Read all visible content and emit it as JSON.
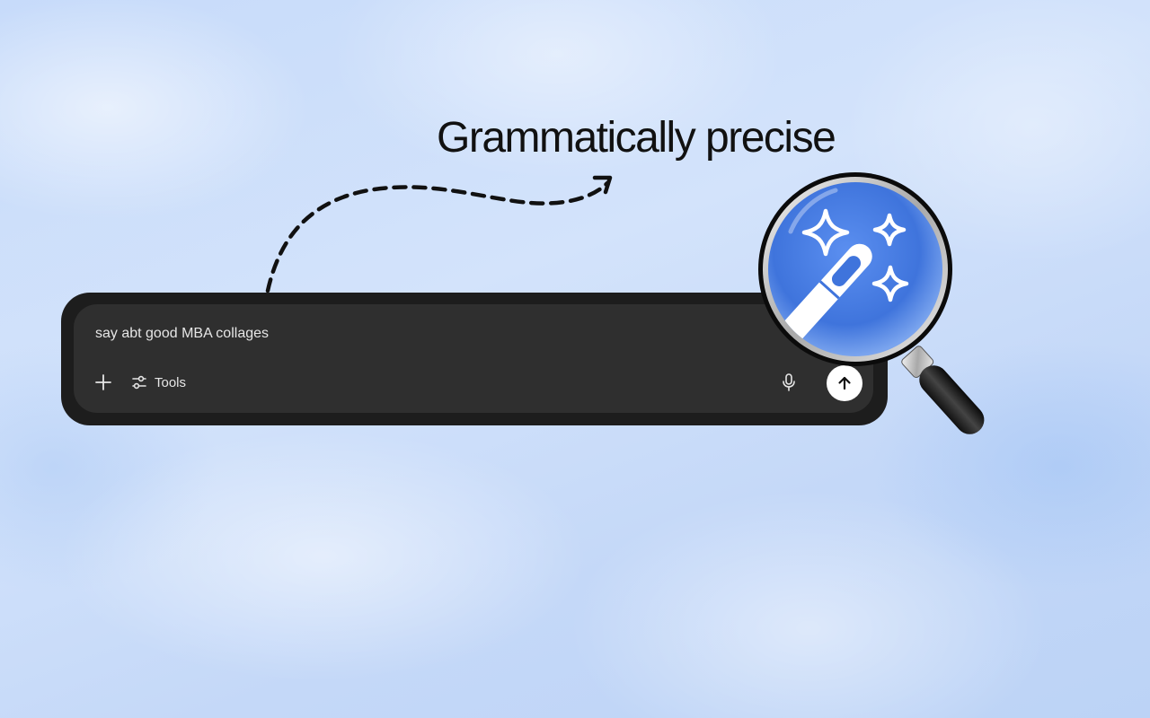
{
  "headline": "Grammatically precise",
  "chat_input": {
    "text": "say abt good MBA collages",
    "tools_label": "Tools"
  },
  "icons": {
    "plus": "plus-icon",
    "tools": "sliders-icon",
    "mic": "microphone-icon",
    "send": "arrow-up-icon",
    "magnifier": "magnifying-glass-magic-wand-icon"
  },
  "colors": {
    "background": "#c9dcf9",
    "chatbox_outer": "#1d1d1d",
    "chatbox_inner": "#2f2f2f",
    "lens_blue": "#4a7ee0",
    "send_button": "#ffffff"
  }
}
